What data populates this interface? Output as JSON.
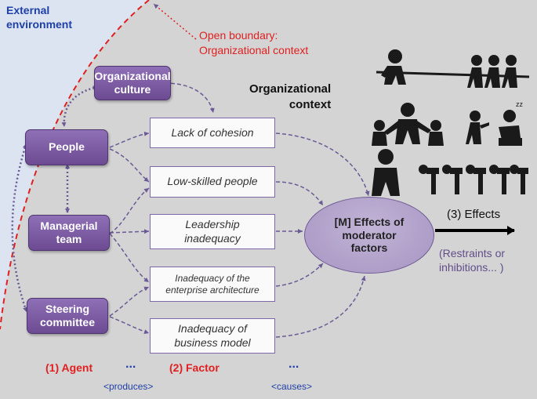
{
  "external_environment": "External\nenvironment",
  "boundary_note": "Open boundary:\nOrganizational context",
  "organizational_context": "Organizational\ncontext",
  "agents": {
    "culture": "Organizational\nculture",
    "people": "People",
    "managerial": "Managerial\nteam",
    "steering": "Steering\ncommittee"
  },
  "factors": {
    "cohesion": "Lack of cohesion",
    "low_skilled": "Low-skilled people",
    "leadership": "Leadership\ninadequacy",
    "architecture": "Inadequacy of the\nenterprise architecture",
    "business_model": "Inadequacy of\nbusiness model"
  },
  "moderator": "[M] Effects of\nmoderator\nfactors",
  "effects": "(3) Effects",
  "restraints": "(Restraints or\ninhibitions... )",
  "legend": {
    "agent": "(1) Agent",
    "dots1": "...",
    "produces": "<produces>",
    "factor": "(2) Factor",
    "dots2": "...",
    "causes": "<causes>"
  },
  "colors": {
    "agent_fill": "#7b5ca3",
    "arrow": "#6b5a95",
    "boundary": "#e02020",
    "external_text": "#1f3fa8",
    "outer_background": "#dbe4f0",
    "inner_background": "#d4d4d4"
  },
  "icons": [
    "tug-of-war-icon",
    "arguing-team-icon",
    "blaming-icon",
    "bored-worker-icon",
    "boss-icon",
    "bowing-workers-icon"
  ]
}
